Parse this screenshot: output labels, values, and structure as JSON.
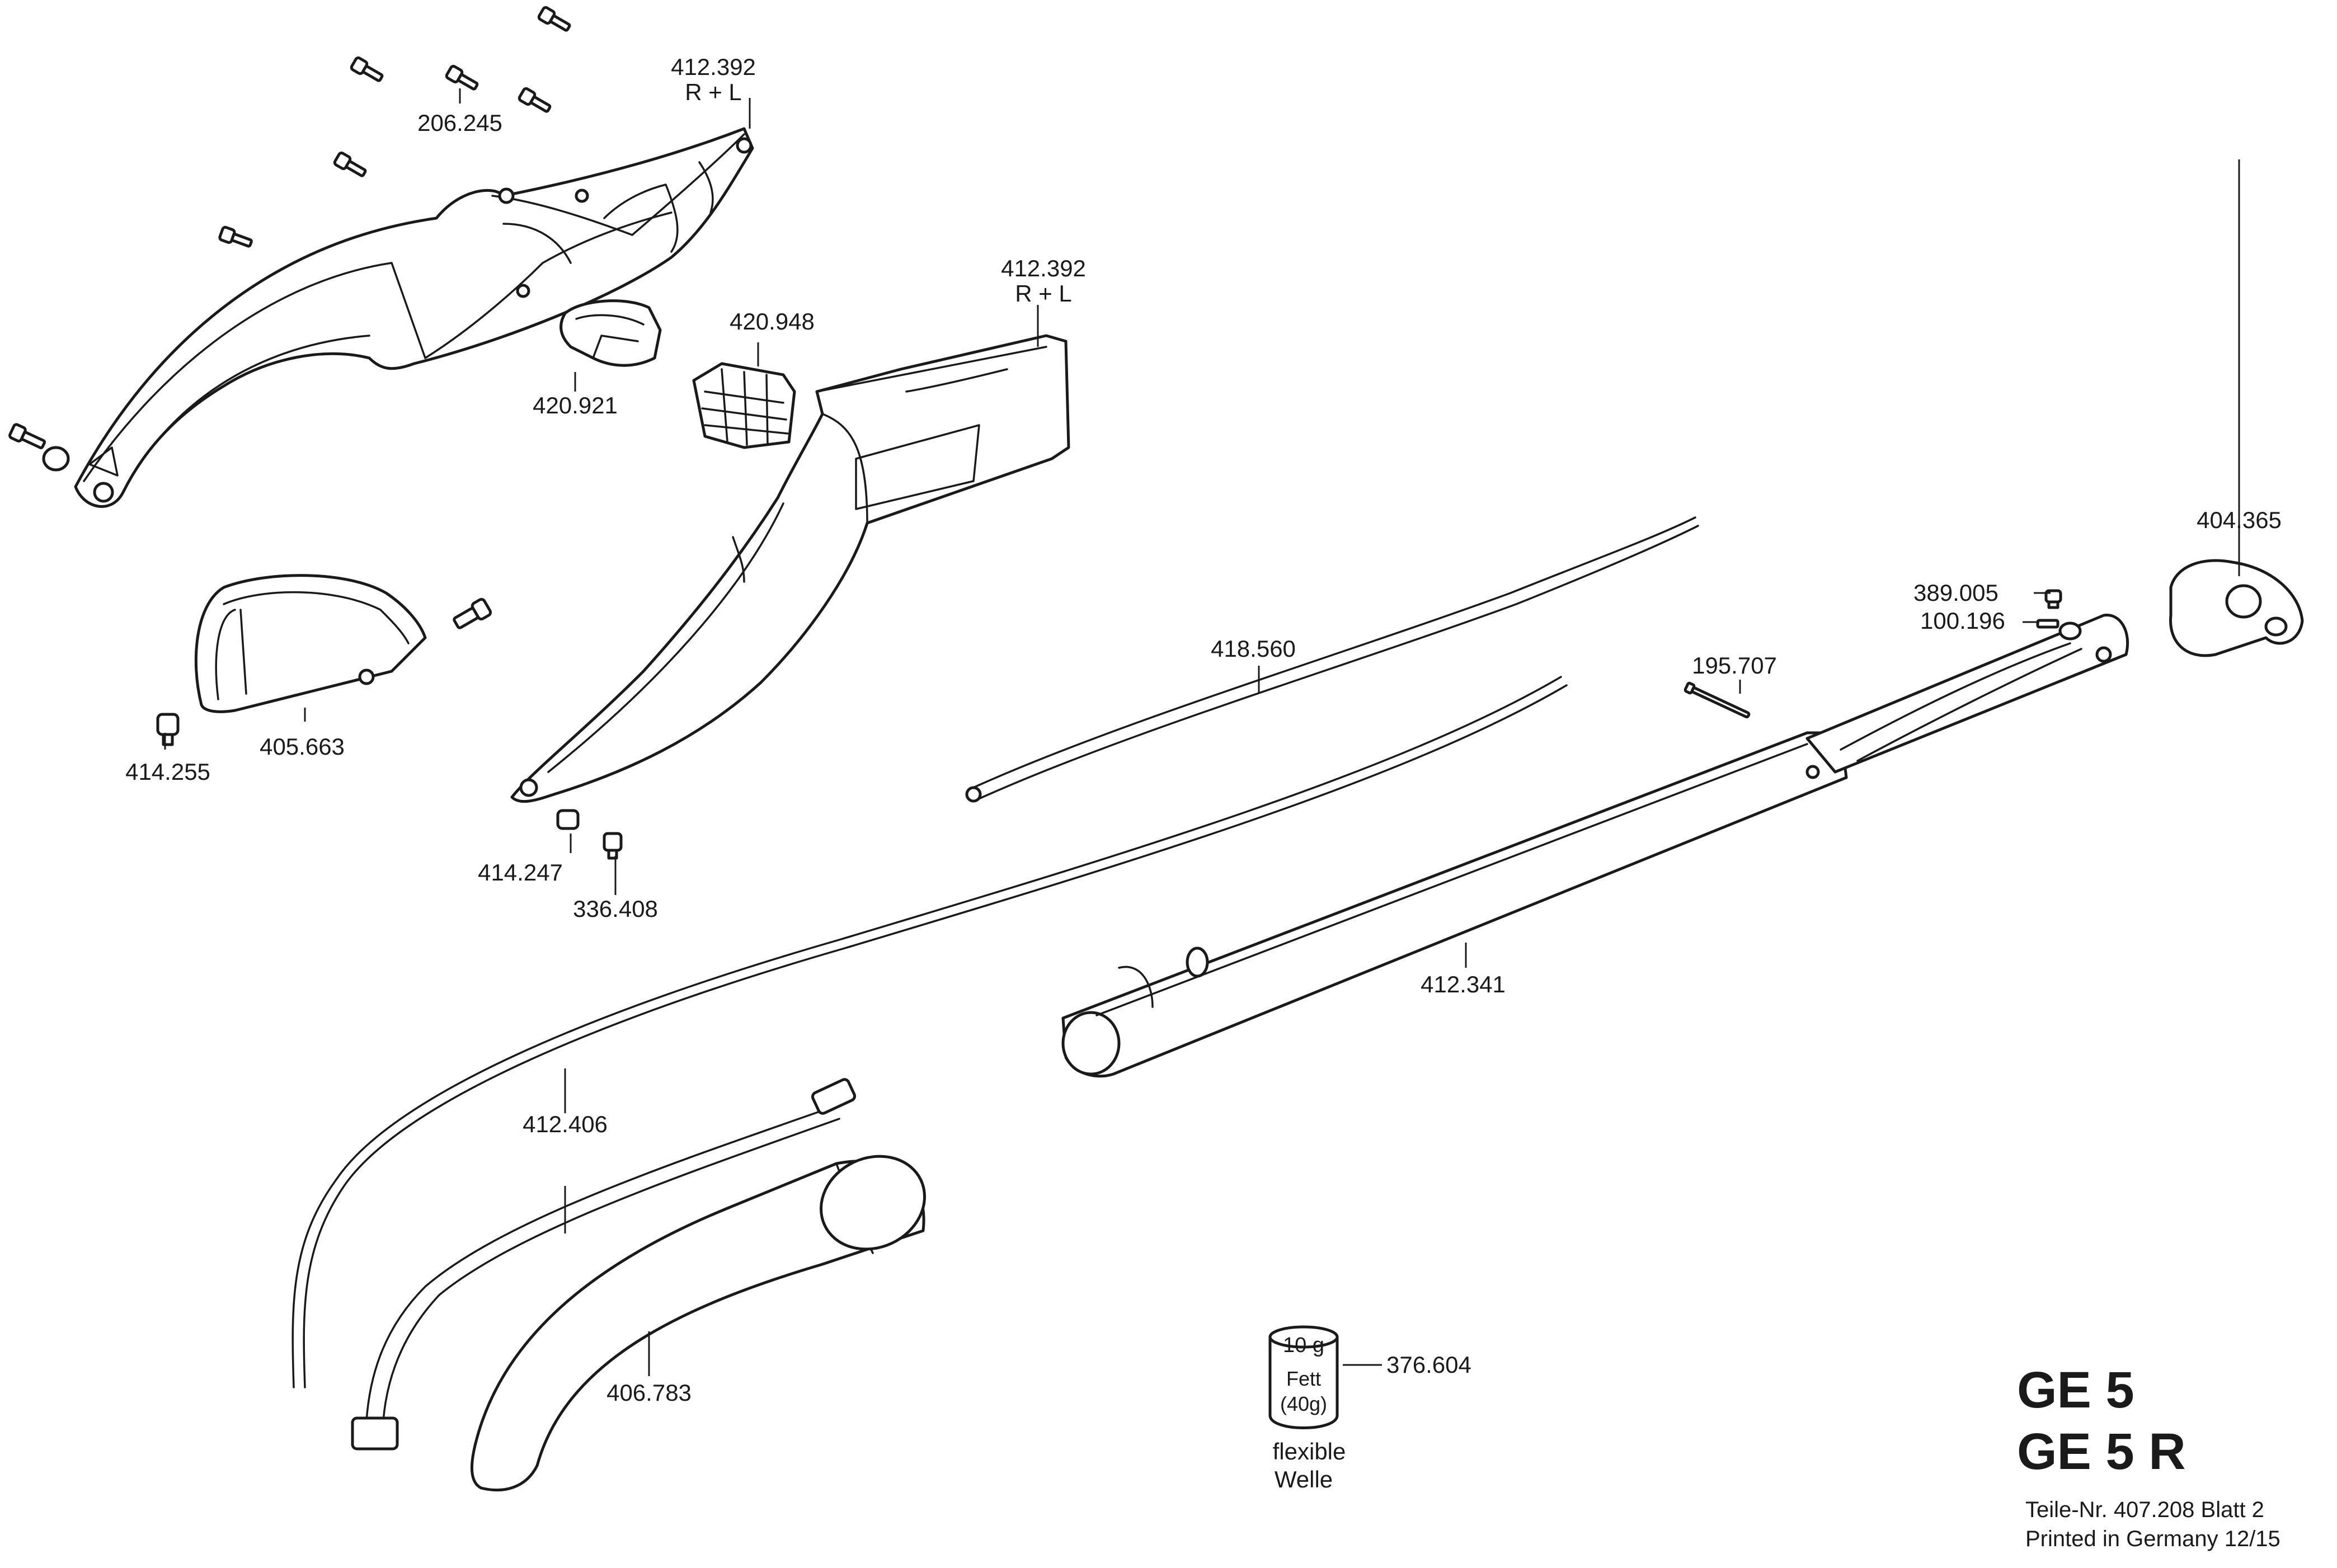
{
  "model": {
    "line1": "GE 5",
    "line2": "GE 5 R"
  },
  "footer": {
    "part_no": "Teile-Nr. 407.208  Blatt 2",
    "printed": "Printed in Germany 12/15"
  },
  "labels": {
    "p412392_a": "412.392",
    "rl_a": "R + L",
    "p206245": "206.245",
    "p412392_b": "412.392",
    "rl_b": "R + L",
    "p420948": "420.948",
    "p420921": "420.921",
    "p404365": "404.365",
    "p389005": "389.005",
    "p100196": "100.196",
    "p418560": "418.560",
    "p195707": "195.707",
    "p405663": "405.663",
    "p414255": "414.255",
    "p414247": "414.247",
    "p336408": "336.408",
    "p412341": "412.341",
    "p412406": "412.406",
    "p406783": "406.783",
    "p376604": "376.604"
  },
  "grease": {
    "weight": "10 g",
    "name": "Fett",
    "amount": "(40g)",
    "caption1": "flexible",
    "caption2": "Welle"
  }
}
